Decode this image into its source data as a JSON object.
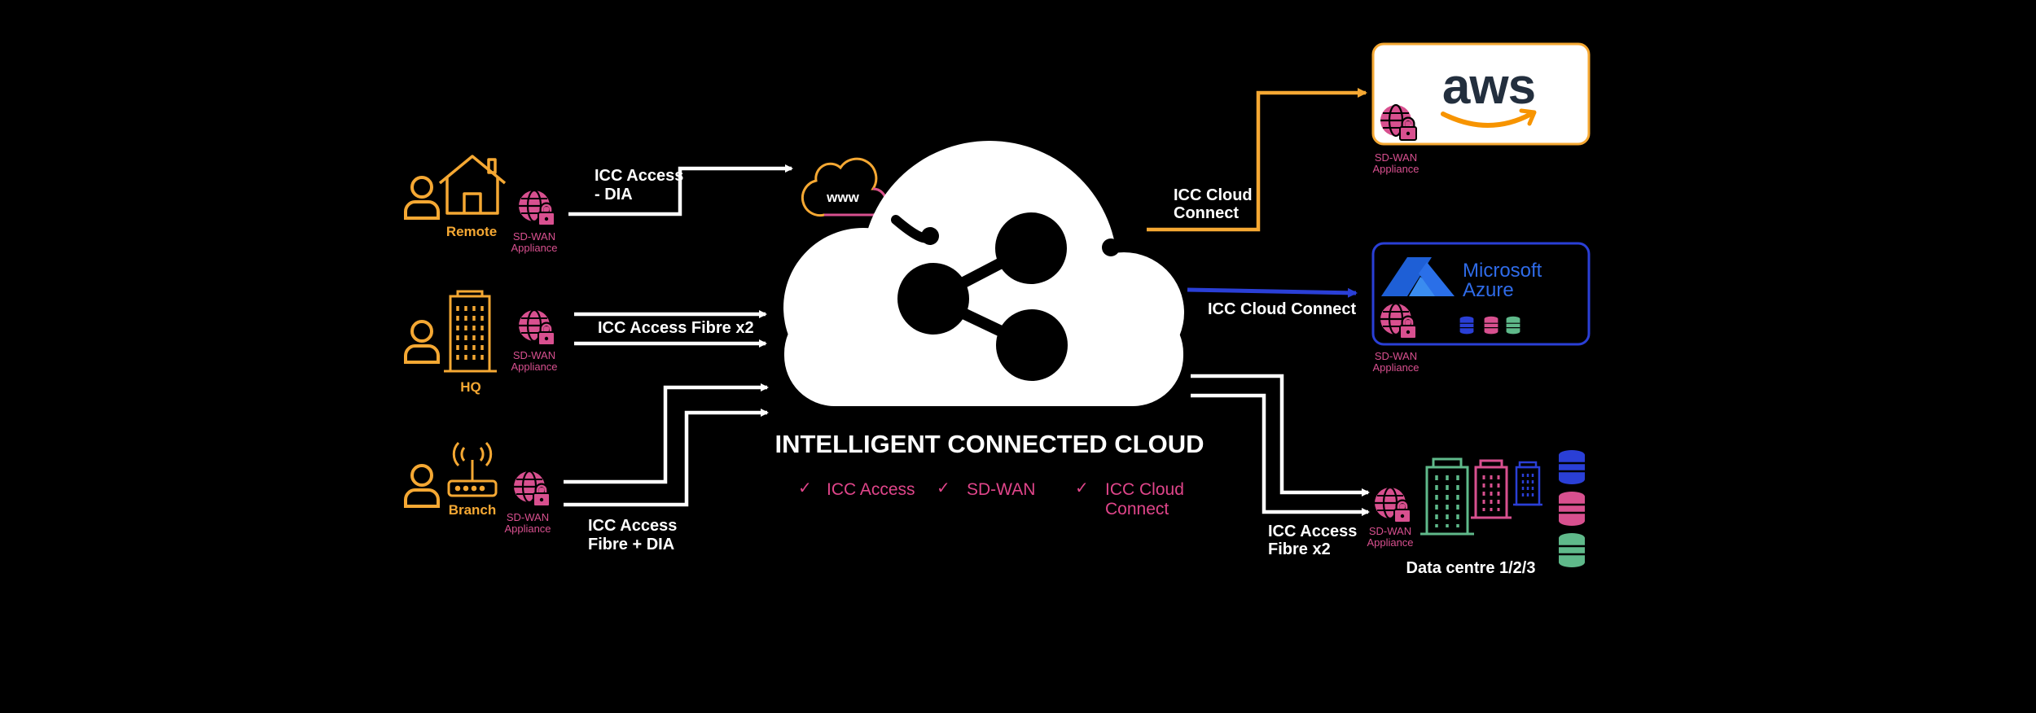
{
  "colors": {
    "background": "#000000",
    "orange": "#f5a833",
    "pink": "#d8508f",
    "white": "#ffffff",
    "azure_blue": "#2a3fd6",
    "green": "#5fb98a"
  },
  "sites": [
    {
      "label": "Remote",
      "appliance": [
        "SD-WAN",
        "Appliance"
      ],
      "icon": "house-icon"
    },
    {
      "label": "HQ",
      "appliance": [
        "SD-WAN",
        "Appliance"
      ],
      "icon": "office-building-icon"
    },
    {
      "label": "Branch",
      "appliance": [
        "SD-WAN",
        "Appliance"
      ],
      "icon": "wireless-router-icon"
    }
  ],
  "links": {
    "remote": [
      "ICC Access",
      "- DIA"
    ],
    "hq": "ICC Access Fibre x2",
    "branch": [
      "ICC Access",
      "Fibre + DIA"
    ],
    "aws": [
      "ICC Cloud",
      "Connect"
    ],
    "azure": "ICC Cloud Connect",
    "datacentre": [
      "ICC Access",
      "Fibre x2"
    ]
  },
  "internet": {
    "label": "www"
  },
  "cloud": {
    "title": "INTELLIGENT CONNECTED CLOUD",
    "features": [
      {
        "check": "✓",
        "label": [
          "ICC Access"
        ]
      },
      {
        "check": "✓",
        "label": [
          "SD-WAN"
        ]
      },
      {
        "check": "✓",
        "label": [
          "ICC Cloud",
          "Connect"
        ]
      }
    ]
  },
  "providers": {
    "aws": {
      "logo": "aws",
      "appliance": [
        "SD-WAN",
        "Appliance"
      ]
    },
    "azure": {
      "logo": [
        "Microsoft",
        "Azure"
      ],
      "appliance": [
        "SD-WAN",
        "Appliance"
      ]
    },
    "datacentre": {
      "label": "Data centre 1/2/3",
      "appliance": [
        "SD-WAN",
        "Appliance"
      ]
    }
  }
}
